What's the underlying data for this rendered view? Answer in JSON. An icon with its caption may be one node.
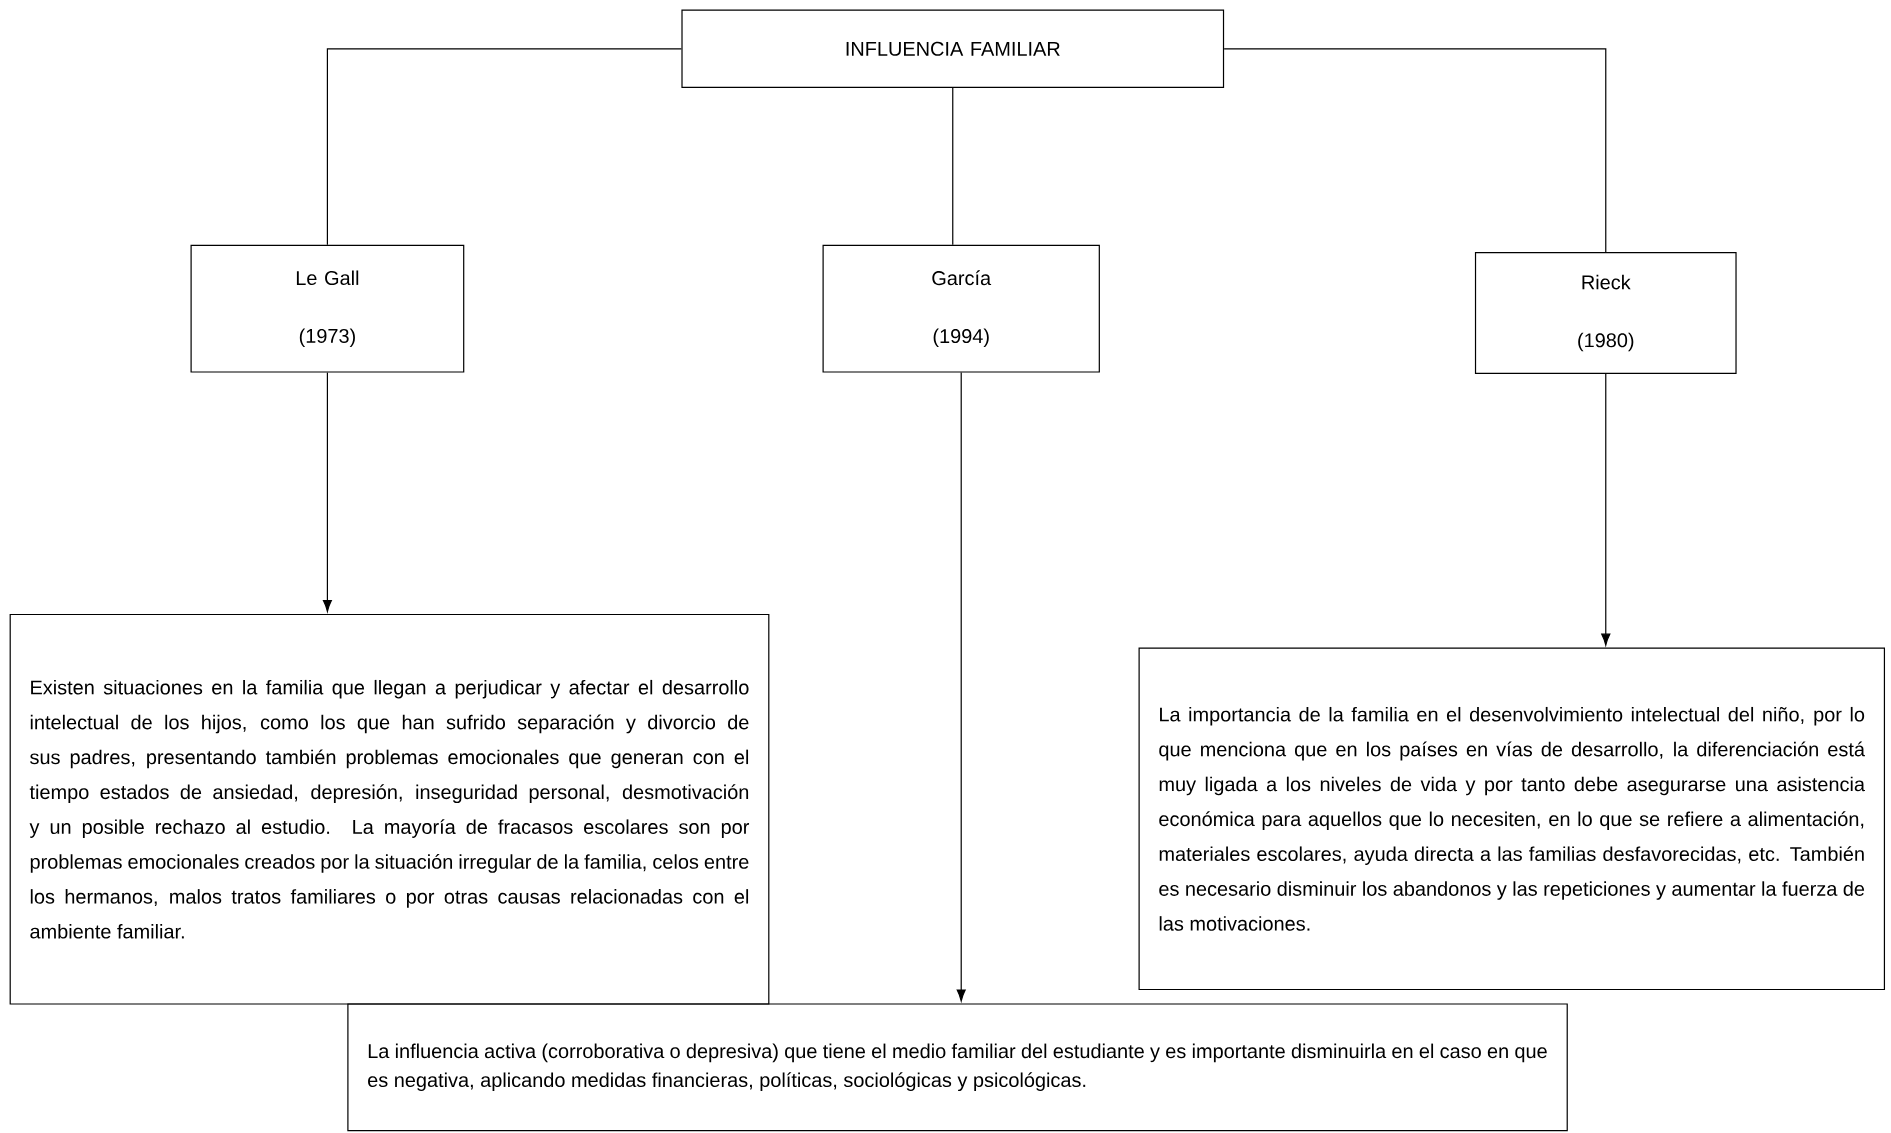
{
  "diagram": {
    "nodes": [
      {
        "text": [
          "INFLUENCIA FAMILIAR"
        ]
      },
      {
        "text": [
          "Le Gall",
          "(1973)"
        ]
      },
      {
        "text": [
          "García",
          "(1994)"
        ]
      },
      {
        "text": [
          "Rieck",
          "(1980)"
        ]
      },
      {
        "text": [
          "Existen situaciones en la familia que llegan a perjudicar y afectar el desarrollo intelectual de los hijos, como los que han sufrido separación y divorcio de sus padres, presentando también problemas emocionales que generan con el tiempo estados de ansiedad, depresión, inseguridad personal, desmotivación y un posible rechazo al estudio. La mayoría de fracasos escolares son por problemas emocionales creados por la situación irregular de la familia, celos entre los hermanos, malos tratos familiares o por otras causas relacionadas con el ambiente familiar."
        ]
      },
      {
        "text": [
          "La importancia de la familia en el desenvolvimiento intelectual del niño, por lo que menciona que en los países en vías de desarrollo, la diferenciación está muy ligada a los niveles de vida y por tanto debe asegurarse una asistencia económica para aquellos que lo necesiten, en lo que se refiere a alimentación, materiales escolares, ayuda directa a las familias desfavorecidas, etc. También es necesario disminuir los abandonos y las repeticiones y aumentar la fuerza de las motivaciones."
        ]
      },
      {
        "text": [
          "La influencia activa (corroborativa o depresiva) que tiene el medio familiar del estudiante y es importante disminuirla en el caso en que es negativa, aplicando medidas financieras, políticas, sociológicas y psicológicas."
        ]
      }
    ],
    "edges": [
      {
        "from": 0,
        "to": 1,
        "arrow": "none"
      },
      {
        "from": 0,
        "to": 2,
        "arrow": "none"
      },
      {
        "from": 0,
        "to": 3,
        "arrow": "none"
      },
      {
        "from": 1,
        "to": 4,
        "arrow": "to"
      },
      {
        "from": 2,
        "to": 6,
        "arrow": "to"
      },
      {
        "from": 3,
        "to": 5,
        "arrow": "to"
      }
    ]
  }
}
